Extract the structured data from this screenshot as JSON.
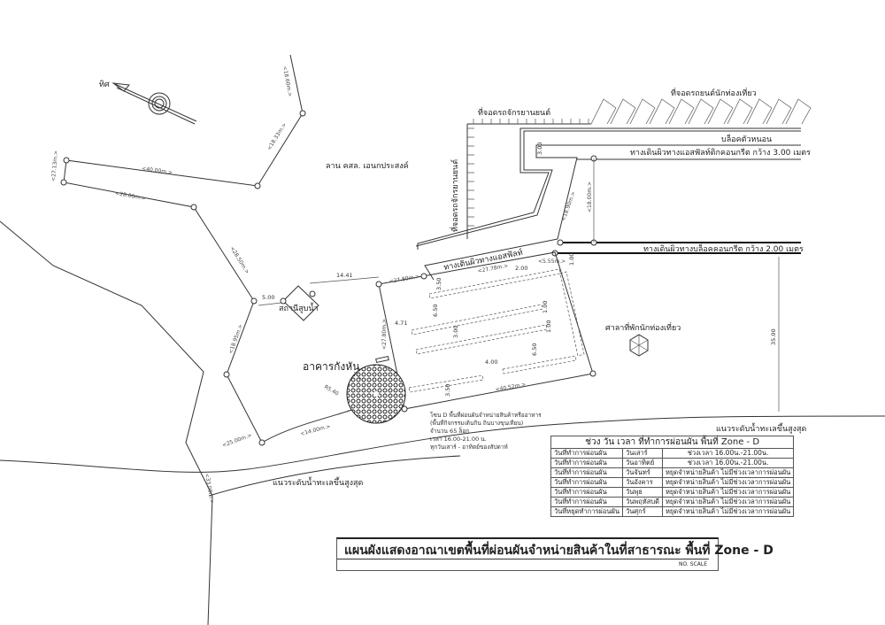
{
  "labels": {
    "north": "ทิศ",
    "field": "ลาน คสล. เอนกประสงค์",
    "motorcycle_parking": "ที่จอดรถจักรยานยนต์",
    "motorcycle_parking_vertical": "ที่จอดรถจักรยานยนต์",
    "tourist_car_parking": "ที่จอดรถยนต์นักท่องเที่ยว",
    "curb_block": "บล็อคตัวหนอน",
    "asphalt_walkway_3m": "ทางเดินผิวทางแอสฟัลท์ติกคอนกรีต กว้าง 3.00 เมตร",
    "block_walkway_2m": "ทางเดินผิวทางบล็อคคอนกรีต กว้าง 2.00 เมตร",
    "asphalt_walkway": "ทางเดินผิวทางแอสฟัลท์",
    "tourist_pavilion": "ศาลาที่พักนักท่องเที่ยว",
    "building": "อาคารกังหัน",
    "station": "สถานีสูบน้ำ",
    "high_tide_line_right": "แนวระดับน้ำทะเลขึ้นสูงสุด",
    "high_tide_line_left": "แนวระดับน้ำทะเลขึ้นสูงสุด",
    "radius": "R5.40"
  },
  "dimensions": {
    "d300": "3.00",
    "d1441": "14.41",
    "d500": "5.00",
    "d471": "4.71",
    "d200": "2.00",
    "d350a": "3.50",
    "d650a": "6.50",
    "d300b": "3.00",
    "d650b": "6.50",
    "d400": "4.00",
    "d350b": "3.50",
    "d100a": "1.00",
    "d100b": "1.00",
    "d100c": "1.00",
    "d3500": "35.00",
    "l1860": "<18.60m.>",
    "l1890": "<18.90m.>",
    "l2778": "<27.78m.>",
    "l4052": "<40.52m.>",
    "l2780": "<27.80m.>",
    "l1800": "<18.00m.>",
    "l2800": "<28.00m.>",
    "l4000": "<40.00m.>",
    "l2713": "<27.13m.>",
    "l1833": "<18.33m.>",
    "l1895": "<18.95m.>",
    "l1400": "<14.00m.>",
    "l2500": "<25.00m.>",
    "l3300": "<33.00m.>",
    "l0550": "<5.55m.>",
    "l2850": "<28.50m.>"
  },
  "zone_note": [
    "โซน D พื้นที่ผ่อนผันจำหน่ายสินค้าหรืออาหาร",
    "(พื้นที่กิจกรรมเดินกิน ถินบางขุนเทียน)",
    "จำนวน 65 ล็อก",
    "เวลา 16.00-21.00 น.",
    "ทุกวันเสาร์ - อาทิตย์ของสัปดาห์"
  ],
  "schedule": {
    "title": "ช่วง วัน เวลา ที่ทำการผ่อนผัน พื้นที่ Zone - D",
    "rows": [
      {
        "type": "วันที่ทำการผ่อนผัน",
        "day": "วันเสาร์",
        "time": "ช่วงเวลา 16.00น.-21.00น."
      },
      {
        "type": "วันที่ทำการผ่อนผัน",
        "day": "วันอาทิตย์",
        "time": "ช่วงเวลา 16.00น.-21.00น."
      },
      {
        "type": "วันที่ทำการผ่อนผัน",
        "day": "วันจันทร์",
        "time": "หยุดจำหน่ายสินค้า ไม่มีช่วงเวลาการผ่อนผัน"
      },
      {
        "type": "วันที่ทำการผ่อนผัน",
        "day": "วันอังคาร",
        "time": "หยุดจำหน่ายสินค้า ไม่มีช่วงเวลาการผ่อนผัน"
      },
      {
        "type": "วันที่ทำการผ่อนผัน",
        "day": "วันพุธ",
        "time": "หยุดจำหน่ายสินค้า ไม่มีช่วงเวลาการผ่อนผัน"
      },
      {
        "type": "วันที่ทำการผ่อนผัน",
        "day": "วันพฤหัสบดี",
        "time": "หยุดจำหน่ายสินค้า ไม่มีช่วงเวลาการผ่อนผัน"
      },
      {
        "type": "วันที่หยุดทำการผ่อนผัน",
        "day": "วันศุกร์",
        "time": "หยุดจำหน่ายสินค้า ไม่มีช่วงเวลาการผ่อนผัน"
      }
    ]
  },
  "title": {
    "text": "แผนผังแสดงอาณาเขตพื้นที่ผ่อนผันจำหน่ายสินค้าในที่สาธารณะ พื้นที่ Zone - D",
    "scale": "NO. SCALE"
  }
}
